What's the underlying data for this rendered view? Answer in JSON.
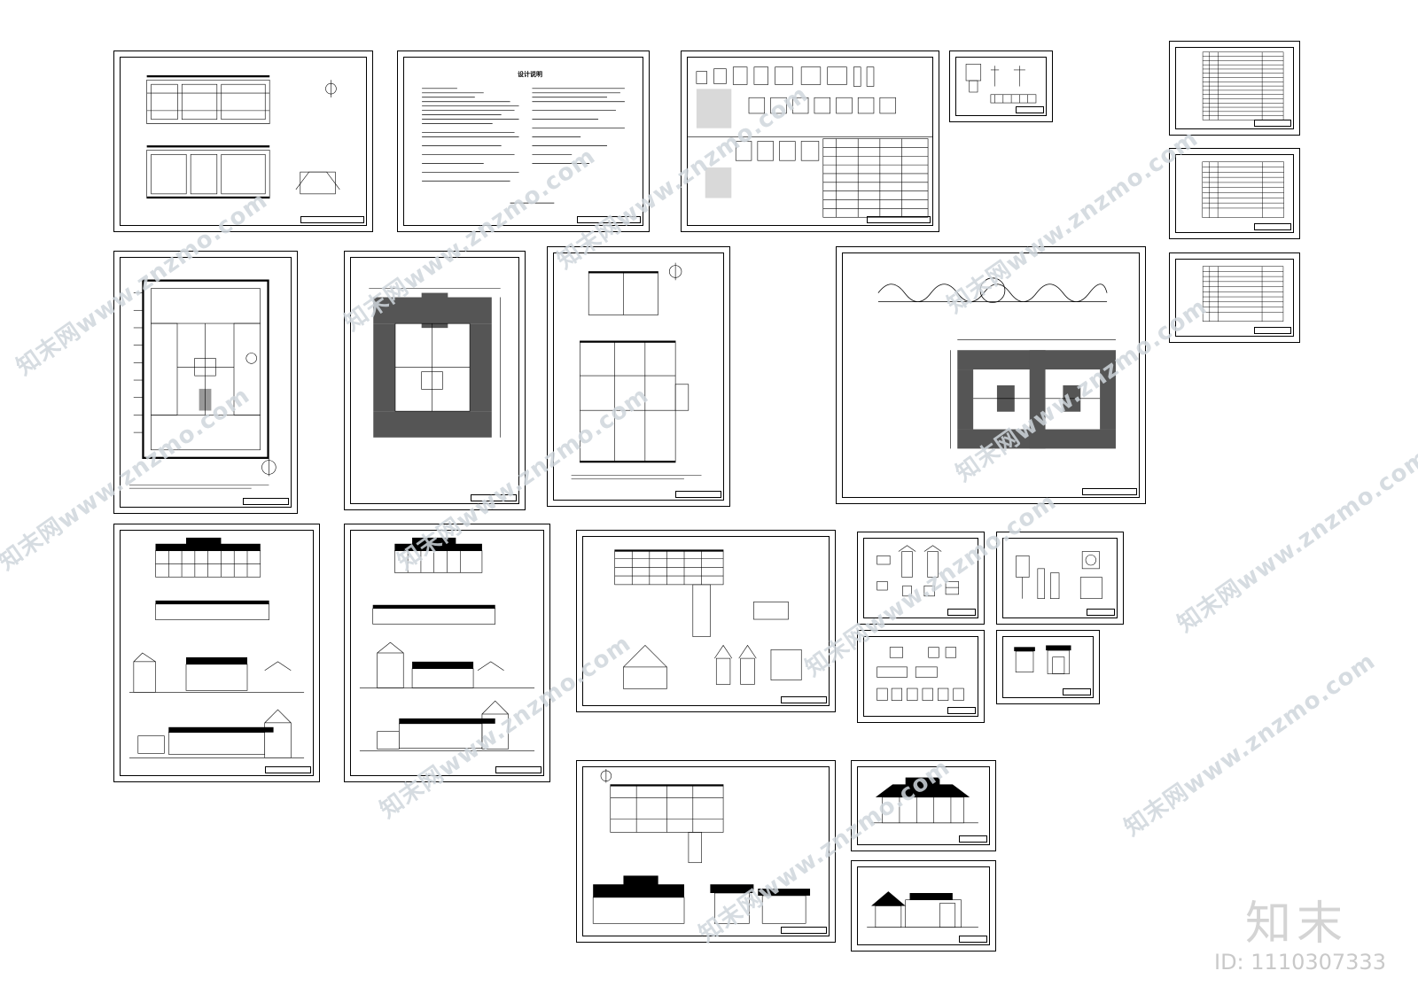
{
  "watermark": {
    "brand_text": "知末网www.znzmo.com",
    "logo_text": "知末",
    "id_text": "ID: 1110307333"
  },
  "sheets": {
    "design_notes_title": "设计说明"
  },
  "colors": {
    "line": "#000000",
    "background": "#ffffff",
    "watermark": "#cfd6dc"
  }
}
